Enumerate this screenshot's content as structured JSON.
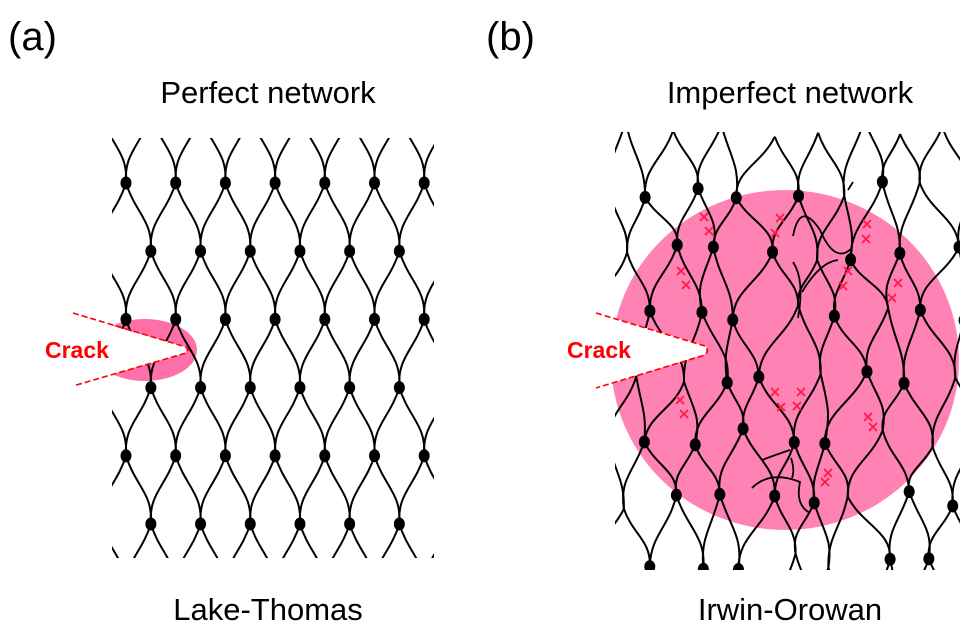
{
  "panel_a": {
    "label": "(a)",
    "title": "Perfect network",
    "crack_label": "Crack",
    "caption": "Lake-Thomas"
  },
  "panel_b": {
    "label": "(b)",
    "title": "Imperfect network",
    "crack_label": "Crack",
    "caption": "Irwin-Orowan"
  },
  "colors": {
    "process_zone": "#ff82b4",
    "crack": "#ff0000",
    "network": "#000000",
    "network_in_zone": "#6e0032",
    "broken_bond": "#ff1a4a"
  }
}
